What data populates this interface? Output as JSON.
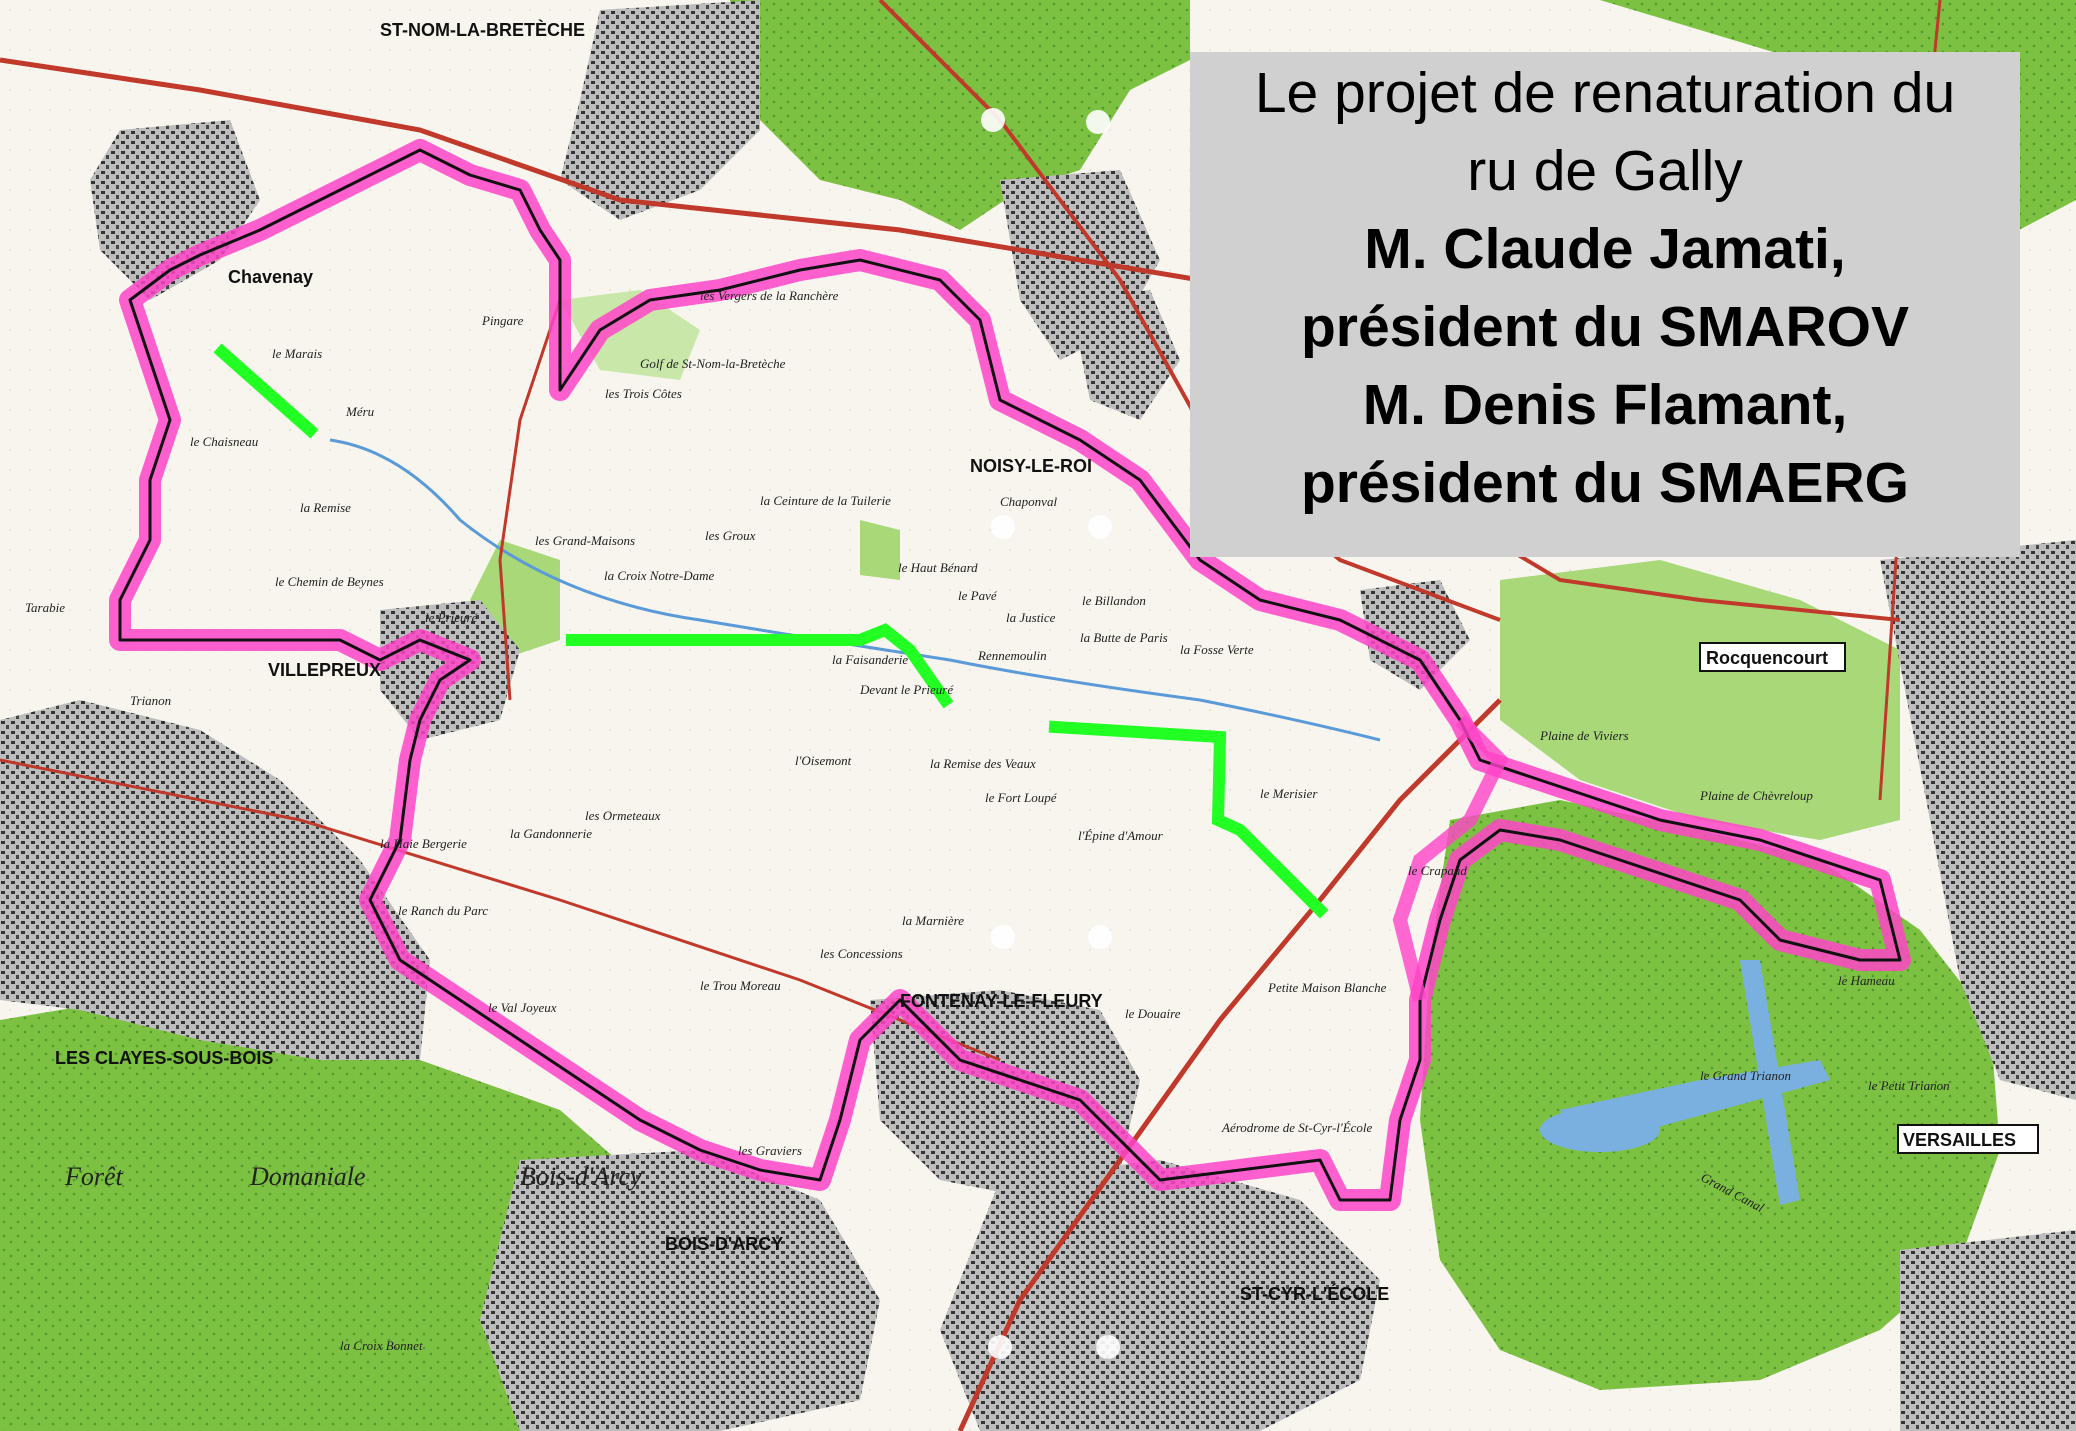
{
  "title_box": {
    "lines": [
      {
        "text": "Le projet de renaturation du",
        "bold": false
      },
      {
        "text": "ru de Gally",
        "bold": false
      },
      {
        "text": "M. Claude Jamati,",
        "bold": true
      },
      {
        "text": "président du SMAROV",
        "bold": true
      },
      {
        "text": "M. Denis Flamant,",
        "bold": true
      },
      {
        "text": "président du SMAERG",
        "bold": true
      }
    ]
  },
  "map": {
    "towns": [
      "ST-NOM-LA-BRETÈCHE",
      "Chavenay",
      "VILLEPREUX",
      "NOISY-LE-ROI",
      "Rocquencourt",
      "FONTENAY-LE-FLEURY",
      "LES CLAYES-SOUS-BOIS",
      "BOIS-D'ARCY",
      "ST-CYR-L'ÉCOLE",
      "VERSAILLES"
    ],
    "places": [
      "les Vergers de la Ranchère",
      "Golf de St-Nom-la-Bretèche",
      "les Trois Côtes",
      "Pingare",
      "le Marais",
      "Méru",
      "le Chaisneau",
      "la Remise",
      "le Chemin de Beynes",
      "le Prieuré",
      "la Croix Notre-Dame",
      "les Grand-Maisons",
      "les Groux",
      "la Ceinture de la Tuilerie",
      "le Haut Bénard",
      "Chaponval",
      "le Pavé",
      "la Justice",
      "Rennemoulin",
      "le Billandon",
      "la Butte de Paris",
      "la Fosse Verte",
      "la Faisanderie",
      "Devant le Prieuré",
      "l'Oisemont",
      "la Remise des Veaux",
      "le Fort Loupé",
      "l'Épine d'Amour",
      "le Merisier",
      "le Crapaud",
      "les Ormeteaux",
      "la Gandonnerie",
      "la Haie Bergerie",
      "le Ranch du Parc",
      "la Marnière",
      "les Concessions",
      "le Trou Moreau",
      "le Val Joyeux",
      "Aérodrome de St-Cyr-l'École",
      "Petite Maison Blanche",
      "Plaine de Chèvreloup",
      "Plaine de Viviers",
      "le Hameau",
      "le Grand Trianon",
      "le Petit Trianon",
      "Grand Canal",
      "Domaniale",
      "Forêt",
      "Bois-d'Arcy",
      "les Graviers",
      "le Douaire",
      "Tarabie",
      "Trianon",
      "la Croix Bonnet"
    ],
    "colors": {
      "forest": "#7dc142",
      "forest_dark": "#4fa02a",
      "urban": "#6a6a6a",
      "project_outline": "#ff44c8",
      "boundary": "#111111",
      "river_segments": "#22ff22",
      "water": "#7ab0e0",
      "road": "#c0392b"
    }
  }
}
